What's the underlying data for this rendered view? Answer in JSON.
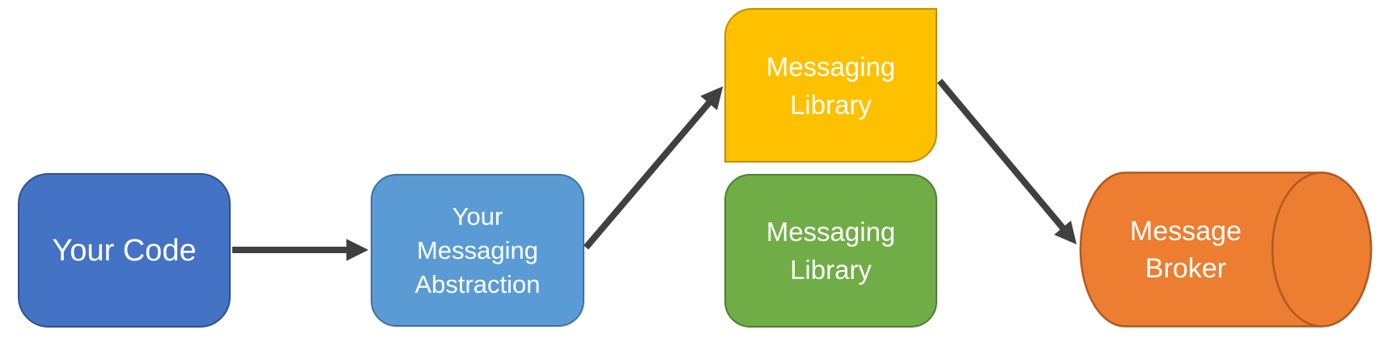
{
  "diagram": {
    "background_color": "#ffffff",
    "arrow_color": "#404040",
    "text_color": "#ffffff",
    "nodes": {
      "your_code": {
        "label": "Your Code",
        "lines": [
          "Your Code"
        ],
        "shape": "rounded-rectangle",
        "fill": "#4472C4",
        "border": "#2F528F"
      },
      "your_messaging_abstraction": {
        "label": "Your Messaging Abstraction",
        "lines": [
          "Your",
          "Messaging",
          "Abstraction"
        ],
        "shape": "rounded-rectangle",
        "fill": "#5B9BD5",
        "border": "#41719C"
      },
      "messaging_library_top": {
        "label": "Messaging Library",
        "lines": [
          "Messaging",
          "Library"
        ],
        "shape": "round-diagonal-corner-rectangle",
        "fill": "#FFC000",
        "border": "#BF9000"
      },
      "messaging_library_bottom": {
        "label": "Messaging Library",
        "lines": [
          "Messaging",
          "Library"
        ],
        "shape": "rounded-rectangle",
        "fill": "#70AD47",
        "border": "#507E32"
      },
      "message_broker": {
        "label": "Message Broker",
        "lines": [
          "Message",
          "Broker"
        ],
        "shape": "horizontal-cylinder",
        "fill": "#ED7D31",
        "border": "#AE5A21"
      }
    },
    "arrows": [
      {
        "from": "your_code",
        "to": "your_messaging_abstraction",
        "direction": "right"
      },
      {
        "from": "your_messaging_abstraction",
        "to": "messaging_library_top",
        "direction": "up-right"
      },
      {
        "from": "messaging_library_top",
        "to": "message_broker",
        "direction": "down-right"
      }
    ]
  }
}
